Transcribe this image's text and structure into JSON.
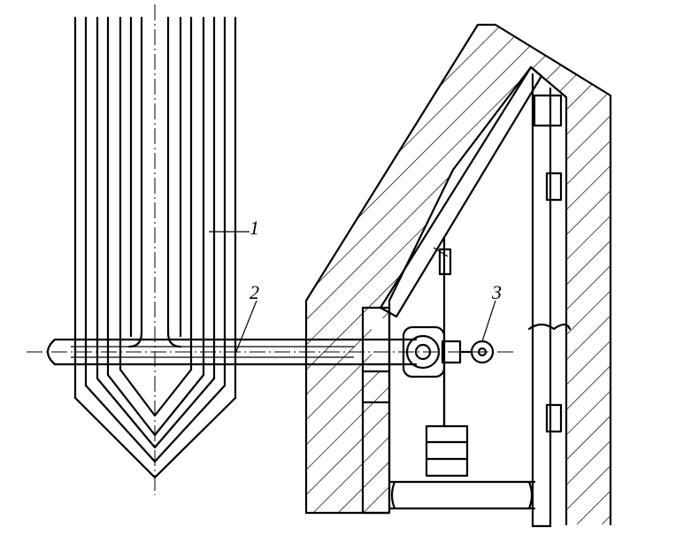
{
  "diagram": {
    "labels": [
      {
        "id": "tube-bundle",
        "text": "1"
      },
      {
        "id": "support-rod",
        "text": "2"
      },
      {
        "id": "eye-bolt",
        "text": "3"
      }
    ]
  }
}
